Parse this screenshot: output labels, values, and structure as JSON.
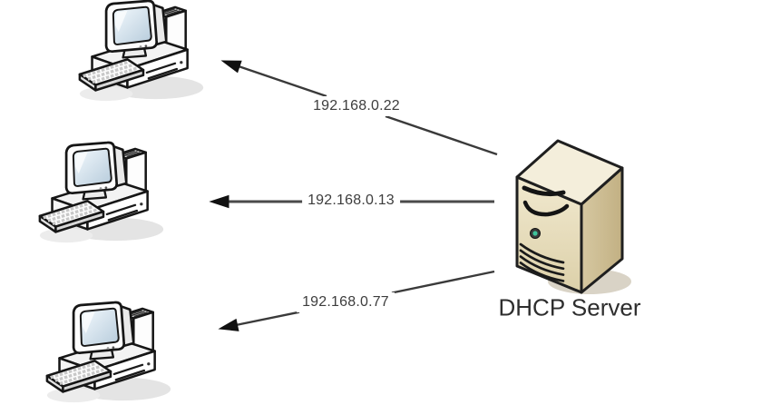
{
  "diagram": {
    "server": {
      "label": "DHCP Server",
      "icon": "server-tower-icon",
      "body_color": "#e8dfbf",
      "power_led_color": "#3fc39b"
    },
    "clients": [
      {
        "id": "client-1",
        "icon": "desktop-computer-icon"
      },
      {
        "id": "client-2",
        "icon": "desktop-computer-icon"
      },
      {
        "id": "client-3",
        "icon": "desktop-computer-icon"
      }
    ],
    "connections": [
      {
        "from": "dhcp-server",
        "to": "client-1",
        "ip": "192.168.0.22",
        "direction": "server-to-client"
      },
      {
        "from": "dhcp-server",
        "to": "client-2",
        "ip": "192.168.0.13",
        "direction": "server-to-client"
      },
      {
        "from": "dhcp-server",
        "to": "client-3",
        "ip": "192.168.0.77",
        "direction": "server-to-client"
      }
    ],
    "colors": {
      "background": "#ffffff",
      "arrow_line": "#3a3a3a",
      "arrowhead": "#111111",
      "label_text": "#3d3d3d"
    }
  }
}
